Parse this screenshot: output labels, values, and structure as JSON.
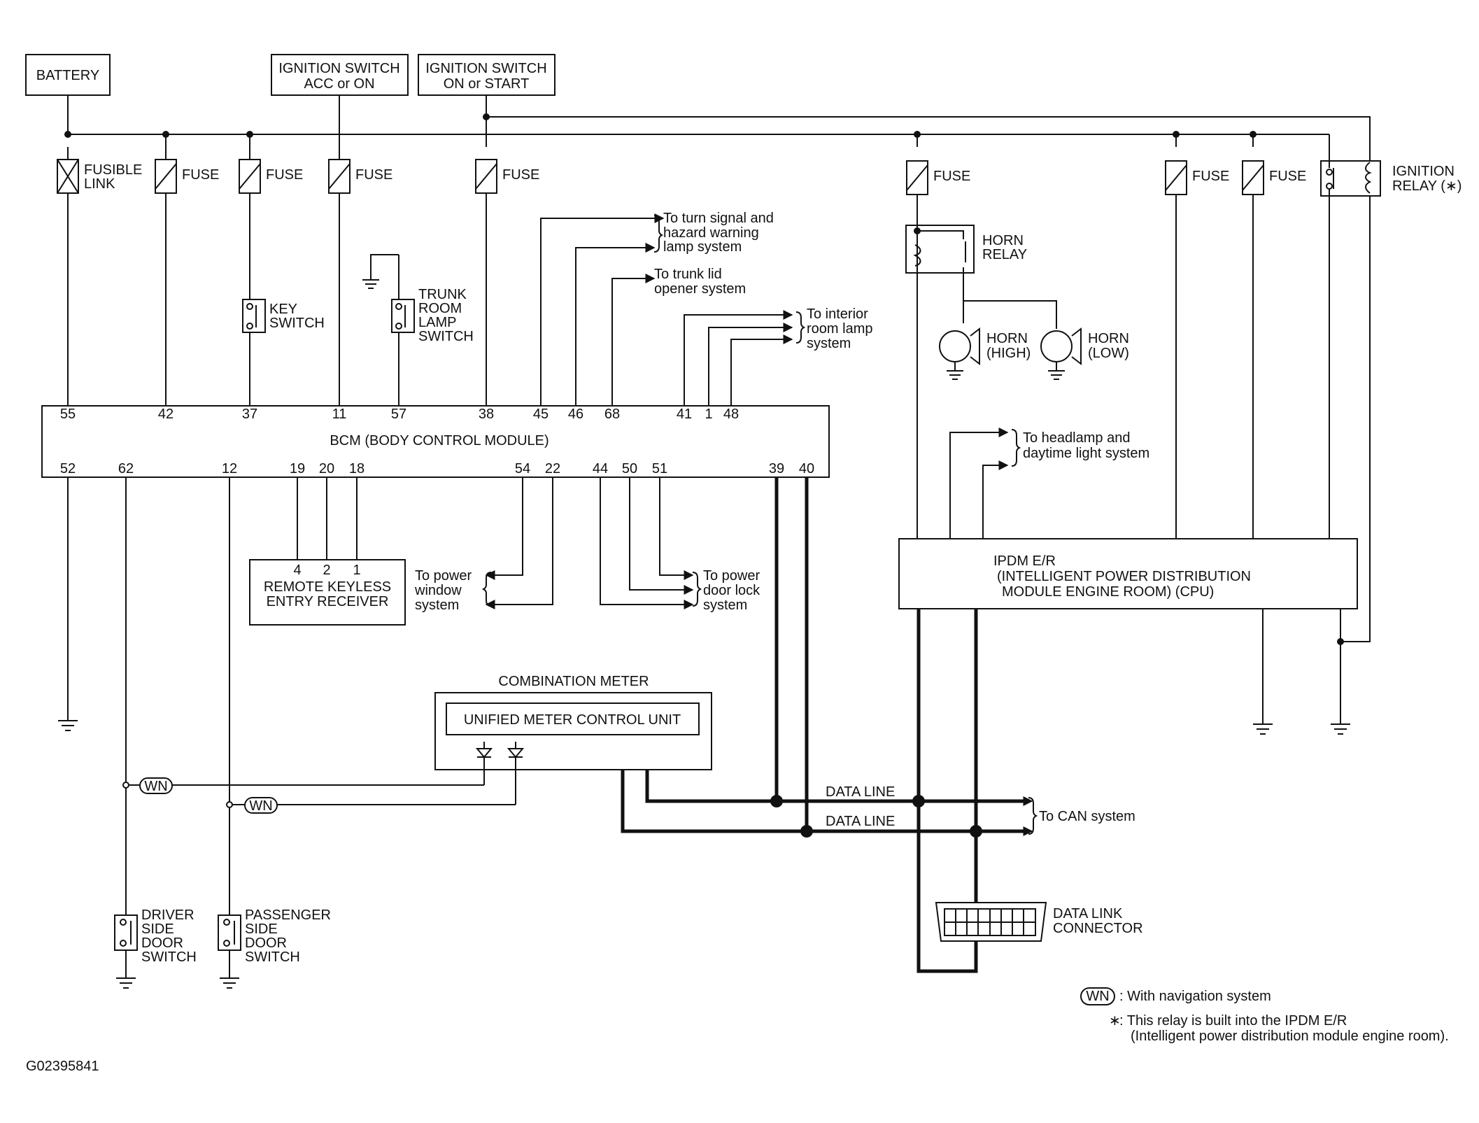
{
  "sources": {
    "battery": "BATTERY",
    "ign_acc_1": "IGNITION SWITCH",
    "ign_acc_2": "ACC or ON",
    "ign_on_1": "IGNITION SWITCH",
    "ign_on_2": "ON or START"
  },
  "fuses": {
    "fusible_1": "FUSIBLE",
    "fusible_2": "LINK",
    "fuse": "FUSE"
  },
  "relays": {
    "ignition_1": "IGNITION",
    "ignition_2": "RELAY (∗)",
    "horn_1": "HORN",
    "horn_2": "RELAY"
  },
  "horns": {
    "high_1": "HORN",
    "high_2": "(HIGH)",
    "low_1": "HORN",
    "low_2": "(LOW)"
  },
  "switches": {
    "key_1": "KEY",
    "key_2": "SWITCH",
    "trunk": [
      "TRUNK",
      "ROOM",
      "LAMP",
      "SWITCH"
    ],
    "driver": [
      "DRIVER",
      "SIDE",
      "DOOR",
      "SWITCH"
    ],
    "passenger": [
      "PASSENGER",
      "SIDE",
      "DOOR",
      "SWITCH"
    ]
  },
  "bcm": {
    "title": "BCM (BODY CONTROL MODULE)",
    "top_pins": [
      "55",
      "42",
      "37",
      "11",
      "57",
      "38",
      "45",
      "46",
      "68",
      "41",
      "1",
      "48"
    ],
    "bottom_pins": [
      "52",
      "62",
      "12",
      "19",
      "20",
      "18",
      "54",
      "22",
      "44",
      "50",
      "51",
      "39",
      "40"
    ]
  },
  "receiver": {
    "line1": "REMOTE KEYLESS",
    "line2": "ENTRY RECEIVER",
    "pins": [
      "4",
      "2",
      "1"
    ]
  },
  "destinations": {
    "turn_signal": [
      "To turn signal and",
      "hazard warning",
      "lamp system"
    ],
    "trunk_lid": [
      "To trunk lid",
      "opener system"
    ],
    "interior": [
      "To interior",
      "room lamp",
      "system"
    ],
    "headlamp": [
      "To headlamp and",
      "daytime light system"
    ],
    "power_window": [
      "To power",
      "window",
      "system"
    ],
    "door_lock": [
      "To power",
      "door lock",
      "system"
    ],
    "can": "To CAN system"
  },
  "ipdm": {
    "line1": "IPDM E/R",
    "line2": "(INTELLIGENT POWER DISTRIBUTION",
    "line3": "MODULE ENGINE ROOM) (CPU)"
  },
  "meter": {
    "title": "COMBINATION METER",
    "unit": "UNIFIED METER CONTROL UNIT"
  },
  "wn": "WN",
  "data_line": "DATA LINE",
  "dlc": {
    "line1": "DATA LINK",
    "line2": "CONNECTOR"
  },
  "legend": {
    "wn_desc": ": With navigation system",
    "star": "∗",
    "star_line1": ": This relay is built into the IPDM E/R",
    "star_line2": "(Intelligent power distribution module engine room)."
  },
  "code": "G02395841"
}
